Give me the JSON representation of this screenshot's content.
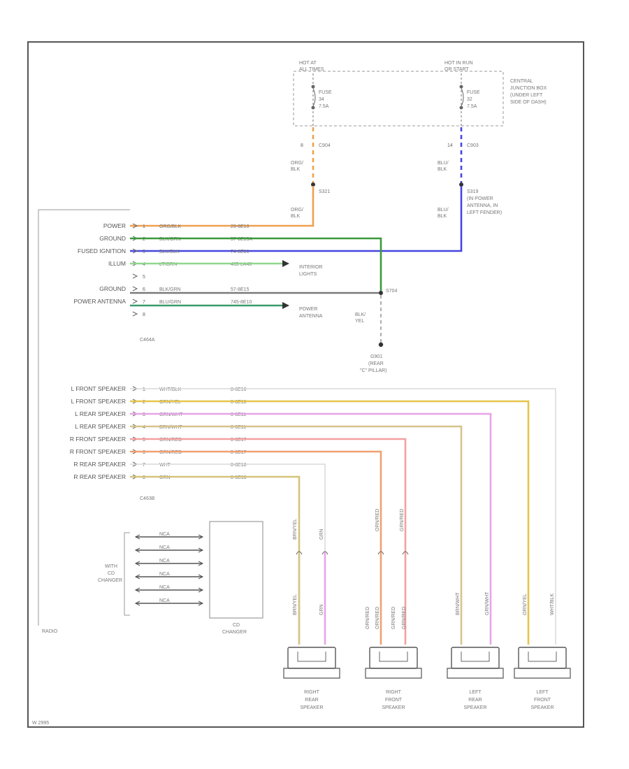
{
  "junction": {
    "hot_at_lines": [
      "HOT AT",
      "ALL TIMES"
    ],
    "hot_run_lines": [
      "HOT IN RUN",
      "OR START"
    ],
    "fuse_left_lines": [
      "FUSE",
      "34",
      "7.5A"
    ],
    "fuse_right_lines": [
      "FUSE",
      "32",
      "7.5A"
    ],
    "box_label_lines": [
      "CENTRAL",
      "JUNCTION BOX",
      "(UNDER LEFT",
      "SIDE OF DASH)"
    ]
  },
  "connectors": {
    "left_pin": "8",
    "left_conn": "C904",
    "right_pin": "14",
    "right_conn": "C903",
    "radio_a": "C464A",
    "radio_b": "C463B"
  },
  "wires": {
    "org_blk": [
      "ORG/",
      "BLK"
    ],
    "blu_blk": [
      "BLU/",
      "BLK"
    ],
    "blk_yel": [
      "BLK/",
      "YEL"
    ],
    "cd_wire": "NCA",
    "spk_rr1": "BRN/YEL",
    "spk_rr2": "GRN",
    "spk_rf1": "ORN/RED",
    "spk_rf2": "GRN/RED",
    "spk_lr1": "BRN/WHT",
    "spk_lr2": "GRN/WHT",
    "spk_lf1": "ORN/YEL",
    "spk_lf2": "WHT/BLK"
  },
  "splices": {
    "s321": "S321",
    "s319_lines": [
      "S319",
      "(IN POWER",
      "ANTENNA, IN",
      "LEFT FENDER)"
    ],
    "s704": "S704",
    "ground_lines": [
      "G901",
      "(REAR",
      "\"C\" PILLAR)"
    ]
  },
  "radio": {
    "label": "RADIO",
    "upper_pins": [
      {
        "name": "POWER",
        "pin": "1",
        "color": "ORG/BLK",
        "circuit": "29-8E10"
      },
      {
        "name": "GROUND",
        "pin": "2",
        "color": "BLK/GRN",
        "circuit": "57-8E15A"
      },
      {
        "name": "FUSED IGNITION",
        "pin": "3",
        "color": "BLU/BLK",
        "circuit": "74-8E10"
      },
      {
        "name": "ILLUM",
        "pin": "4",
        "color": "LT/GRN",
        "circuit": "435-LA40"
      },
      {
        "name": "",
        "pin": "5",
        "color": "",
        "circuit": ""
      },
      {
        "name": "GROUND",
        "pin": "6",
        "color": "BLK/GRN",
        "circuit": "57-8E15"
      },
      {
        "name": "POWER ANTENNA",
        "pin": "7",
        "color": "BLU/GRN",
        "circuit": "745-8E10"
      },
      {
        "name": "",
        "pin": "8",
        "color": "",
        "circuit": ""
      }
    ],
    "speaker_pins": [
      {
        "name": "L FRONT SPEAKER",
        "pin": "1",
        "color": "WHT/BLK",
        "circuit": "8-8E10"
      },
      {
        "name": "L FRONT SPEAKER",
        "pin": "2",
        "color": "ORN/YEL",
        "circuit": "8-8E10"
      },
      {
        "name": "L REAR SPEAKER",
        "pin": "3",
        "color": "GRN/WHT",
        "circuit": "8-8E11"
      },
      {
        "name": "L REAR SPEAKER",
        "pin": "4",
        "color": "BRN/WHT",
        "circuit": "8-8E11"
      },
      {
        "name": "R FRONT SPEAKER",
        "pin": "5",
        "color": "GRN/RED",
        "circuit": "8-8E17"
      },
      {
        "name": "R FRONT SPEAKER",
        "pin": "6",
        "color": "ORN/RED",
        "circuit": "8-8E17"
      },
      {
        "name": "R REAR SPEAKER",
        "pin": "7",
        "color": "WHT",
        "circuit": "8-8E18"
      },
      {
        "name": "R REAR SPEAKER",
        "pin": "8",
        "color": "GRN",
        "circuit": "8-8E18"
      }
    ]
  },
  "loads": {
    "interior_lights": [
      "INTERIOR",
      "LIGHTS"
    ],
    "power_antenna": [
      "POWER",
      "ANTENNA"
    ]
  },
  "cd": {
    "with_lines": [
      "WITH",
      "CD",
      "CHANGER"
    ],
    "changer_lines": [
      "CD",
      "CHANGER"
    ]
  },
  "speakers": [
    {
      "lines": [
        "RIGHT",
        "REAR",
        "SPEAKER"
      ]
    },
    {
      "lines": [
        "RIGHT",
        "FRONT",
        "SPEAKER"
      ]
    },
    {
      "lines": [
        "LEFT",
        "REAR",
        "SPEAKER"
      ]
    },
    {
      "lines": [
        "LEFT",
        "FRONT",
        "SPEAKER"
      ]
    }
  ],
  "footer_code": "W 2995"
}
